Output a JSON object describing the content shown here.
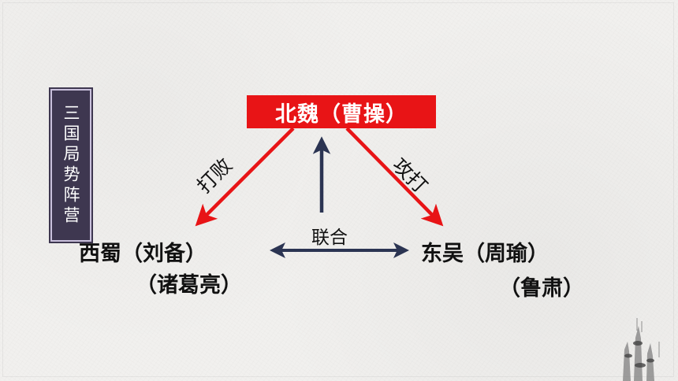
{
  "side_title": "三国局势阵营",
  "wei": "北魏（曹操）",
  "shu": {
    "line1": "西蜀（刘备）",
    "line2": "（诸葛亮）"
  },
  "wu": {
    "line1": "东吴（周瑜）",
    "line2": "（鲁肃）"
  },
  "edges": {
    "left": "打败",
    "right": "攻打",
    "bottom": "联合"
  },
  "colors": {
    "red": "#e81416",
    "navy": "#2b3452",
    "side_bg": "#3e3750"
  }
}
